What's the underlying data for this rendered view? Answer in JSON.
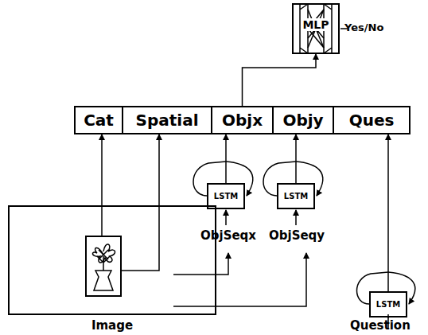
{
  "diagram": {
    "nodes": [
      {
        "text": [
          "MLP"
        ]
      },
      {
        "text": [
          "Cat"
        ]
      },
      {
        "text": [
          "Spatial"
        ]
      },
      {
        "text": [
          "Objx"
        ]
      },
      {
        "text": [
          "Objy"
        ]
      },
      {
        "text": [
          "Ques"
        ]
      },
      {
        "text": [
          "LSTM"
        ]
      },
      {
        "text": [
          "LSTM"
        ]
      },
      {
        "text": [
          "LSTM"
        ]
      },
      {
        "text": [
          "Image"
        ]
      }
    ],
    "edges": [
      {
        "from": 3,
        "to": 0,
        "arrow": "to"
      },
      {
        "from": 9,
        "to": 1,
        "arrow": "to"
      },
      {
        "from": 9,
        "to": 2,
        "arrow": "to"
      },
      {
        "from": 6,
        "to": 3,
        "arrow": "to"
      },
      {
        "from": 7,
        "to": 4,
        "arrow": "to"
      },
      {
        "from": 8,
        "to": 5,
        "arrow": "to"
      }
    ],
    "labels": [
      "Yes/No",
      "ObjSeqx",
      "ObjSeqy",
      "Question"
    ]
  }
}
